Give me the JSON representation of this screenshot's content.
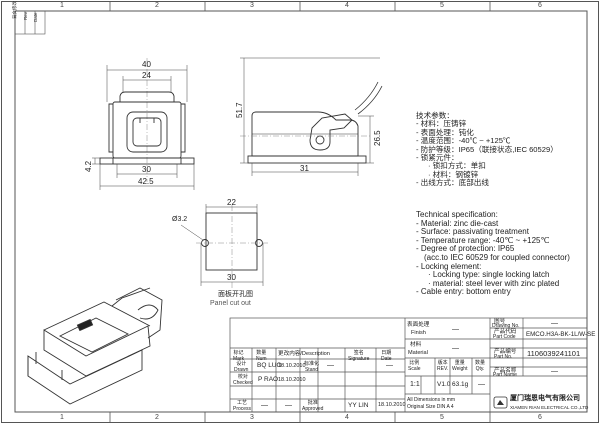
{
  "zones": {
    "top": [
      "1",
      "2",
      "3",
      "4",
      "5",
      "6"
    ],
    "bottom": [
      "1",
      "2",
      "3",
      "4",
      "5",
      "6"
    ]
  },
  "corner_labels": [
    "背文修改",
    "Rev",
    "Date"
  ],
  "dimensions": {
    "front_width": "40",
    "front_inner": "24",
    "front_base": "30",
    "front_overall": "42.5",
    "front_flange": "4.2",
    "side_height": "51.7",
    "side_mid": "26.5",
    "side_base": "31",
    "cutout_width": "22",
    "cutout_height": "30",
    "cutout_hole": "Ø3.2"
  },
  "cutout_caption_cn": "面板开孔图",
  "cutout_caption_en": "Panel cut out",
  "spec_cn": {
    "title": "技术参数：",
    "lines": [
      "- 材料：压铸锌",
      "- 表面处理：钝化",
      "- 温度范围：-40℃ ~ +125℃",
      "- 防护等级：IP65（联接状态,IEC 60529）",
      "- 锁紧元件：",
      "  · 锁扣方式：单扣",
      "  · 材料：钢镀锌",
      "- 出线方式：底部出线"
    ]
  },
  "spec_en": {
    "title": "Technical specification:",
    "lines": [
      "- Material: zinc die-cast",
      "- Surface: passivating treatment",
      "- Temperature range: -40℃ ~ +125℃",
      "- Degree of protection: IP65",
      "  (acc.to IEC 60529 for coupled connector)",
      "- Locking element:",
      "    · Locking type: single locking latch",
      "    · material: steel lever with zinc plated",
      "- Cable entry: bottom entry"
    ]
  },
  "title_block": {
    "finish_label_cn": "表面处理",
    "finish_label_en": "Finish",
    "finish_value": "—",
    "material_label_cn": "材料",
    "material_label_en": "Material",
    "material_value": "—",
    "drawing_no_label_cn": "图号",
    "drawing_no_label_en": "Drawing No.",
    "drawing_no_value": "—",
    "part_code_label_cn": "产品代码",
    "part_code_label_en": "Part Code",
    "part_code_value": "EMCO.H3A-BK-1L/W-SE",
    "part_no_label_cn": "产品编号",
    "part_no_label_en": "Part No.",
    "part_no_value": "1106039241101",
    "part_name_label_cn": "产品名称",
    "part_name_label_en": "Part Name",
    "part_name_value": "—",
    "rev_head": {
      "mark": "标记\nMark",
      "num": "数量\nNum",
      "desc": "更改内容/Description",
      "sig": "签名\nSignature",
      "date": "日期\nDate",
      "sig2": "签名/Signature",
      "date2": "日期/Date"
    },
    "drawn_label": "设计\nDrawn",
    "drawn_name": "BQ LUO",
    "drawn_date": "18.10.2010",
    "stand_label": "标准化\nStand",
    "stand_sig": "—",
    "stand_date": "—",
    "checked_label": "校对\nChecked",
    "checked_name": "P RAO",
    "checked_date": "18.10.2010",
    "process_label": "工艺\nProcess",
    "process_sig": "—",
    "process_date": "—",
    "approved_label": "批准\nApproved",
    "approved_name": "YY LIN",
    "approved_date": "18.10.2010",
    "scale_label": "比例\nScale",
    "scale_value": "1:1",
    "rev_label": "版本\nREV.",
    "rev_value": "V1.0",
    "weight_label": "重量\nWeight",
    "weight_value": "63.1g",
    "qty_label": "数量\nQty.",
    "qty_value": "—",
    "note_line1": "All Dimensions in mm",
    "note_line2": "Original Size DIN A 4",
    "company_cn": "厦门瑞恩电气有限公司",
    "company_en": "XIAMEN RIAN ELECTRICAL CO.,LTD"
  }
}
